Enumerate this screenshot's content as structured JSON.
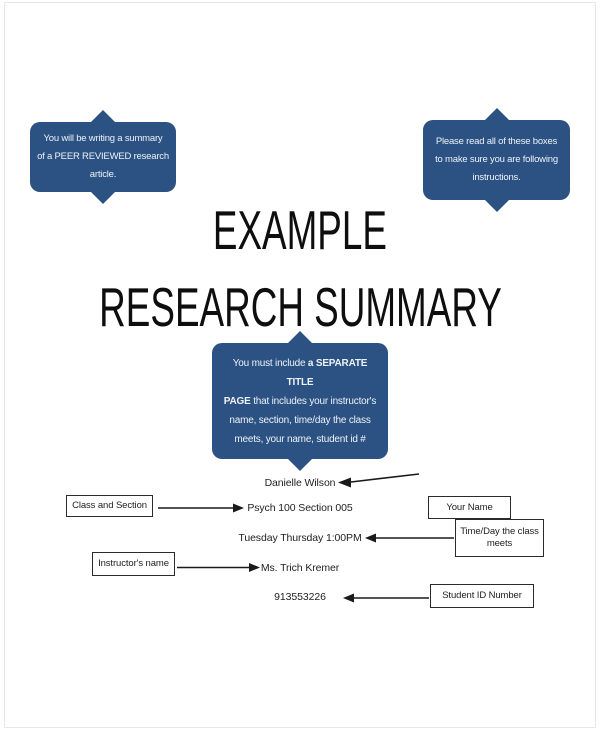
{
  "page": {
    "background": "#ffffff",
    "border_color": "#e7e7e7"
  },
  "colors": {
    "callout_bg": "#2b5282",
    "callout_text": "#eef2f8",
    "title_text": "#0e0e0e",
    "body_text": "#222222",
    "box_border": "#2b2b2b",
    "arrow": "#1a1a1a"
  },
  "title": {
    "line1": "EXAMPLE",
    "line2": "RESEARCH SUMMARY"
  },
  "callouts": {
    "top_left": {
      "text": "You will be writing a summary\nof a PEER REVIEWED research\narticle."
    },
    "top_right": {
      "text": "Please read all of these boxes\nto make sure you are following\ninstructions."
    },
    "middle": {
      "prefix": "You must include ",
      "bold": "a SEPARATE TITLE\nPAGE",
      "suffix": " that includes your instructor's\nname, section, time/day the class\nmeets, your name, student id #"
    }
  },
  "values": {
    "student_name": "Danielle Wilson",
    "class_section": "Psych 100 Section 005",
    "time_day": "Tuesday Thursday 1:00PM",
    "instructor": "Ms. Trich Kremer",
    "student_id": "913553226"
  },
  "labels": {
    "class_and_section": "Class and Section",
    "your_name": "Your Name",
    "time_day": "Time/Day the class meets",
    "instructor": "Instructor's name",
    "student_id": "Student ID Number"
  }
}
